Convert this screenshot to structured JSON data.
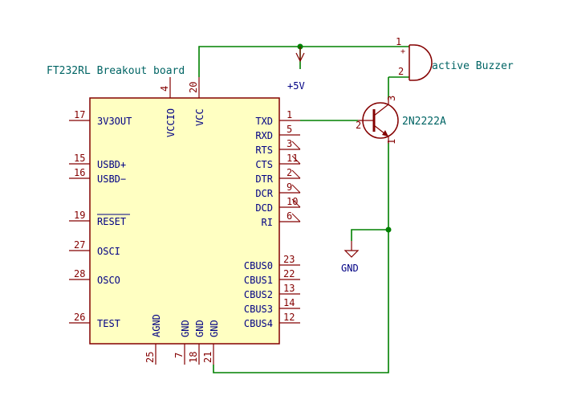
{
  "colors": {
    "wire": "#008000",
    "symbol": "#840000",
    "label": "#000084",
    "pin": "#840000",
    "body_fill": "#ffffc2",
    "ref": "#006464",
    "power": "#000084"
  },
  "ic": {
    "title": "FT232RL Breakout board",
    "left_pins": [
      {
        "num": "17",
        "name": "3V3OUT"
      },
      {
        "num": "15",
        "name": "USBD+"
      },
      {
        "num": "16",
        "name": "USBD−"
      },
      {
        "num": "19",
        "name": "RESET"
      },
      {
        "num": "27",
        "name": "OSCI"
      },
      {
        "num": "28",
        "name": "OSCO"
      },
      {
        "num": "26",
        "name": "TEST"
      }
    ],
    "right_pins": [
      {
        "num": "1",
        "name": "TXD"
      },
      {
        "num": "5",
        "name": "RXD"
      },
      {
        "num": "3",
        "name": "RTS"
      },
      {
        "num": "11",
        "name": "CTS"
      },
      {
        "num": "2",
        "name": "DTR"
      },
      {
        "num": "9",
        "name": "DCR"
      },
      {
        "num": "10",
        "name": "DCD"
      },
      {
        "num": "6",
        "name": "RI"
      },
      {
        "num": "23",
        "name": "CBUS0"
      },
      {
        "num": "22",
        "name": "CBUS1"
      },
      {
        "num": "13",
        "name": "CBUS2"
      },
      {
        "num": "14",
        "name": "CBUS3"
      },
      {
        "num": "12",
        "name": "CBUS4"
      }
    ],
    "top_pins": [
      {
        "num": "4",
        "name": "VCCIO"
      },
      {
        "num": "20",
        "name": "VCC"
      }
    ],
    "bottom_pins": [
      {
        "num": "25",
        "name": "AGND"
      },
      {
        "num": "7",
        "name": "GND"
      },
      {
        "num": "18",
        "name": "GND"
      },
      {
        "num": "21",
        "name": "GND"
      }
    ]
  },
  "power": {
    "vcc_label": "+5V",
    "gnd_label": "GND"
  },
  "buzzer": {
    "label": "active Buzzer",
    "pin1": "1",
    "pin2": "2",
    "plus": "+"
  },
  "transistor": {
    "label": "2N2222A",
    "pin_b": "2",
    "pin_c": "3",
    "pin_e": "1"
  }
}
